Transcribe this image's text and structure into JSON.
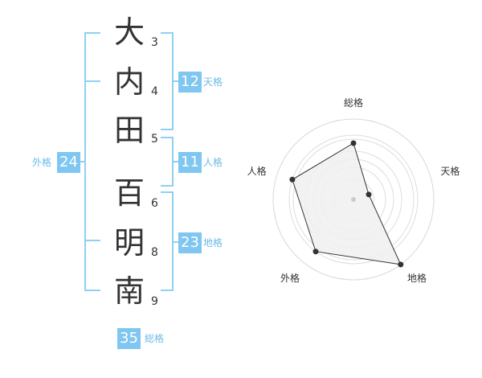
{
  "name": {
    "chars": [
      "大",
      "内",
      "田",
      "百",
      "明",
      "南"
    ],
    "strokes": [
      "3",
      "4",
      "5",
      "6",
      "8",
      "9"
    ]
  },
  "fortunes": {
    "tenkaku": {
      "value": "12",
      "label": "天格"
    },
    "jinkaku": {
      "value": "11",
      "label": "人格"
    },
    "chikaku": {
      "value": "23",
      "label": "地格"
    },
    "gaikaku": {
      "value": "24",
      "label": "外格"
    },
    "soukaku": {
      "value": "35",
      "label": "総格"
    }
  },
  "chart_data": {
    "type": "radar",
    "axes": [
      "総格",
      "天格",
      "地格",
      "外格",
      "人格"
    ],
    "values": [
      3.5,
      1.0,
      5.0,
      4.0,
      4.0
    ],
    "range": [
      0,
      5
    ],
    "rings": 5,
    "fill_color": "#f0f0f0",
    "line_color": "#333333",
    "grid_color": "#dddddd"
  }
}
